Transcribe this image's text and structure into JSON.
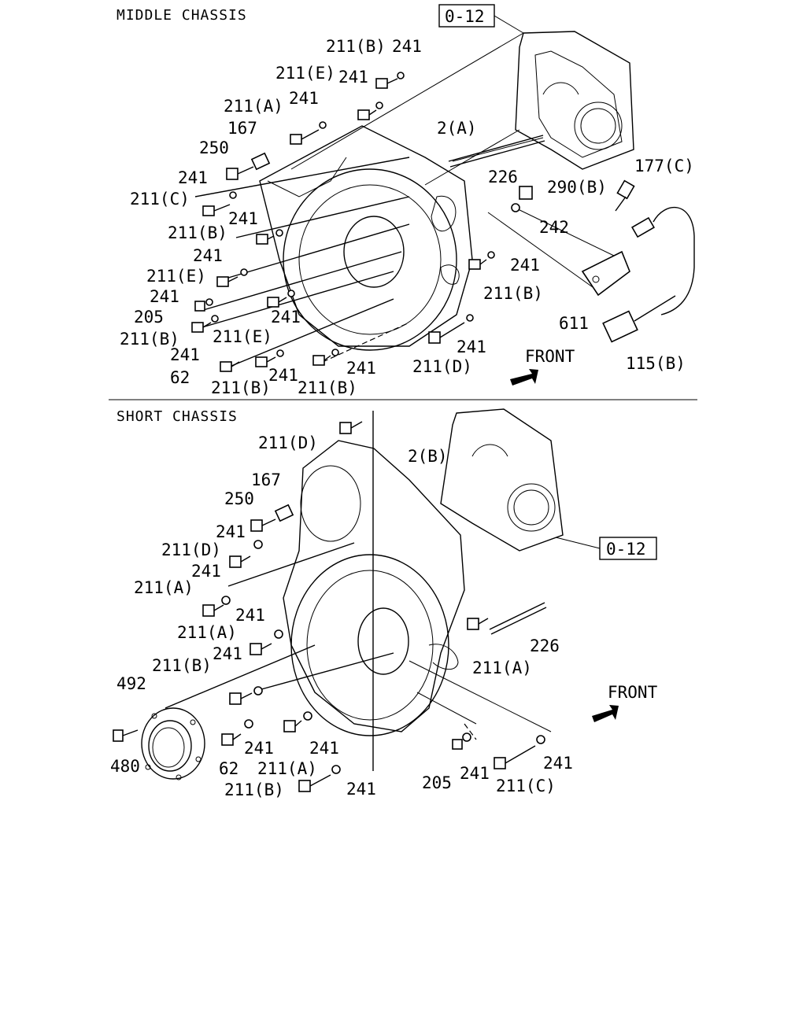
{
  "sections": {
    "middle": {
      "title": "MIDDLE CHASSIS",
      "ref_box": "0-12",
      "front": "FRONT",
      "labels": [
        "211(B)",
        "241",
        "211(E)",
        "241",
        "211(A)",
        "241",
        "167",
        "250",
        "2(A)",
        "241",
        "211(C)",
        "226",
        "290(B)",
        "177(C)",
        "241",
        "211(B)",
        "242",
        "241",
        "211(E)",
        "241",
        "241",
        "205",
        "211(B)",
        "241",
        "211(E)",
        "241",
        "62",
        "211(B)",
        "241",
        "211(B)",
        "241",
        "211(D)",
        "611",
        "115(B)",
        "241",
        "211(B)"
      ]
    },
    "short": {
      "title": "SHORT CHASSIS",
      "ref_box": "0-12",
      "front": "FRONT",
      "labels": [
        "211(D)",
        "2(B)",
        "167",
        "250",
        "241",
        "211(D)",
        "241",
        "211(A)",
        "241",
        "211(A)",
        "241",
        "211(B)",
        "226",
        "492",
        "211(A)",
        "480",
        "62",
        "241",
        "211(A)",
        "241",
        "211(B)",
        "241",
        "205",
        "241",
        "211(C)",
        "241"
      ]
    }
  }
}
